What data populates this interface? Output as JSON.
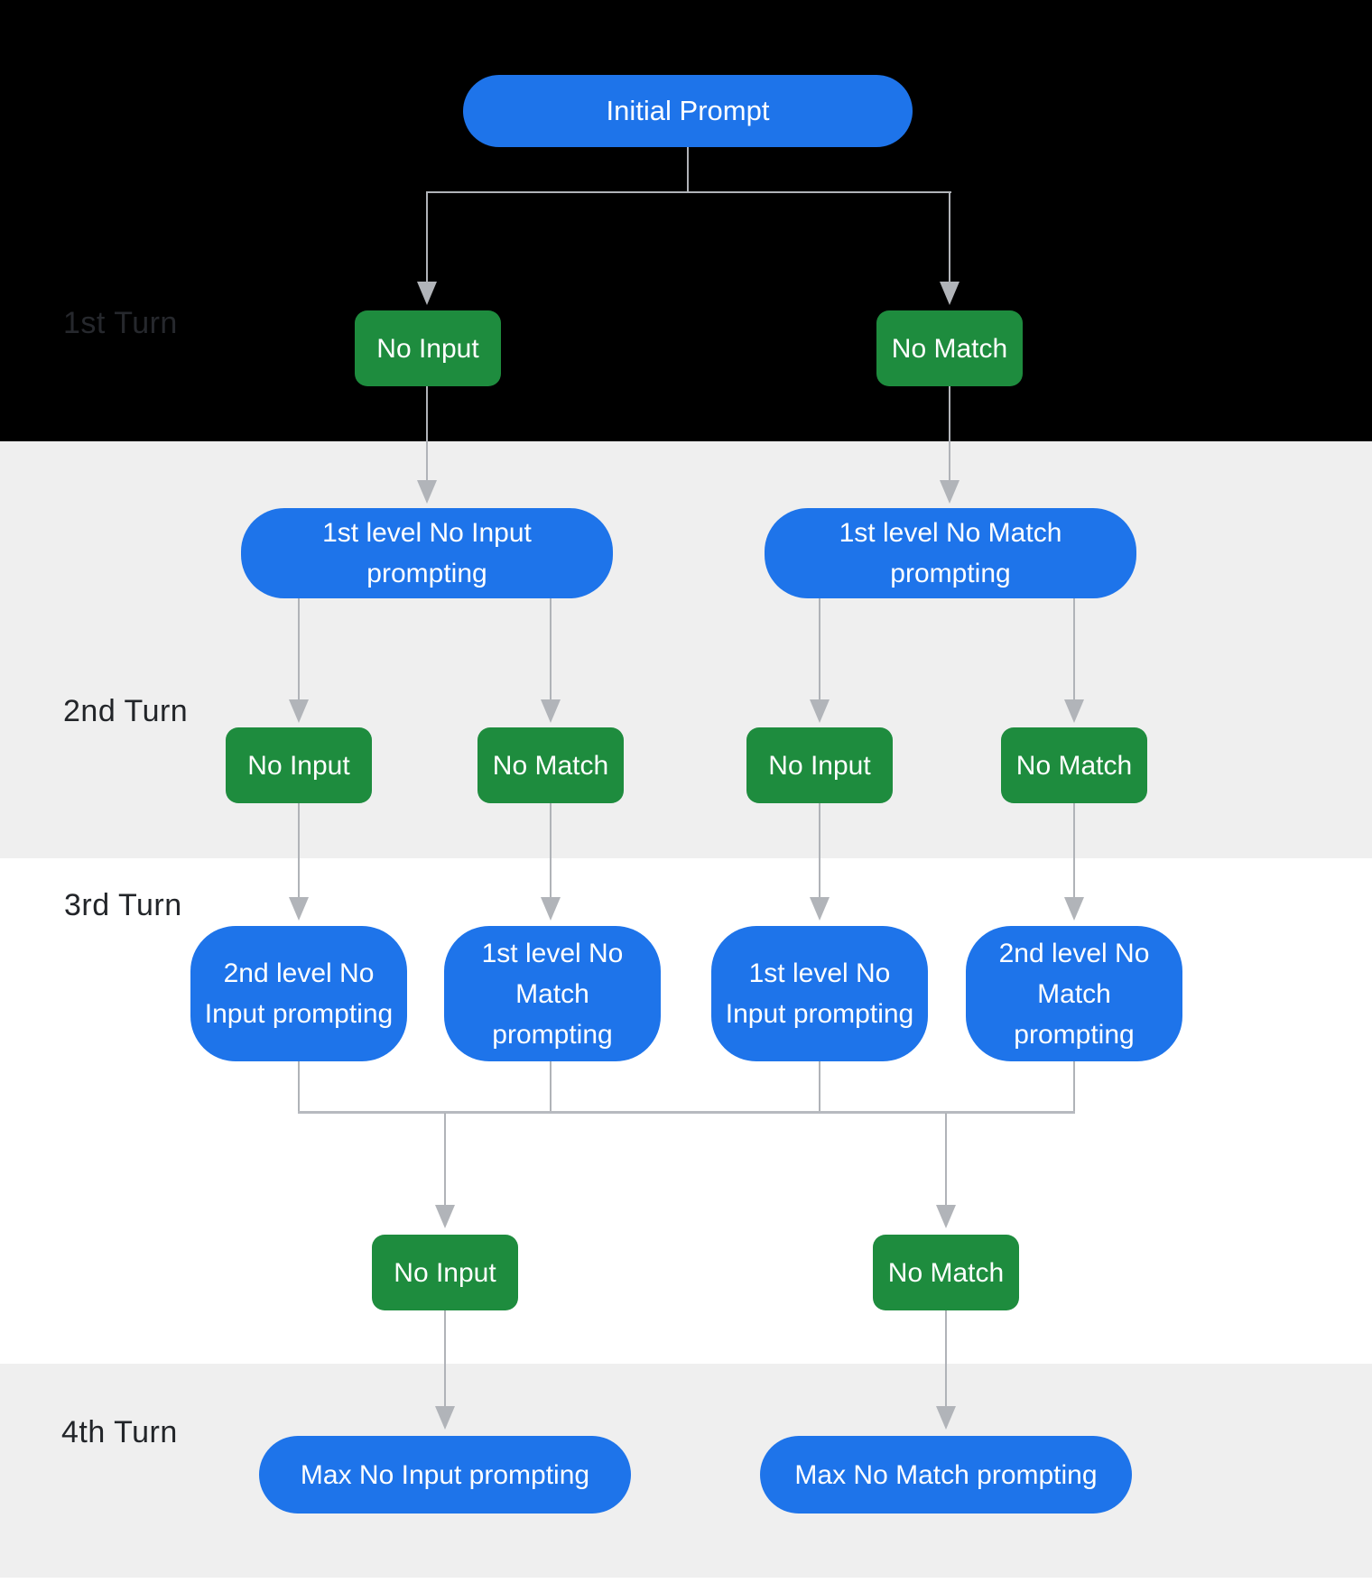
{
  "colors": {
    "blue": "#1e74ea",
    "green": "#1e8c3e",
    "band_gray": "#efefef",
    "line": "#b0b3b8",
    "arrow": "#b1b4b9",
    "merge": "#b7babf",
    "label": "#222529",
    "label_dim": "#26282d"
  },
  "turn_labels": [
    "1st Turn",
    "2nd Turn",
    "3rd Turn",
    "4th Turn"
  ],
  "nodes": {
    "initial_prompt": "Initial Prompt",
    "turn1_events": [
      "No Input",
      "No Match"
    ],
    "turn2_prompts": [
      "1st level No Input prompting",
      "1st level No Match prompting"
    ],
    "turn2_events": [
      "No Input",
      "No Match",
      "No Input",
      "No Match"
    ],
    "turn3_prompts": [
      "2nd level No Input prompting",
      "1st level No Match prompting",
      "1st level No Input prompting",
      "2nd level No Match prompting"
    ],
    "turn3_events": [
      "No Input",
      "No Match"
    ],
    "turn4_prompts": [
      "Max No Input prompting",
      "Max No Match prompting"
    ]
  }
}
